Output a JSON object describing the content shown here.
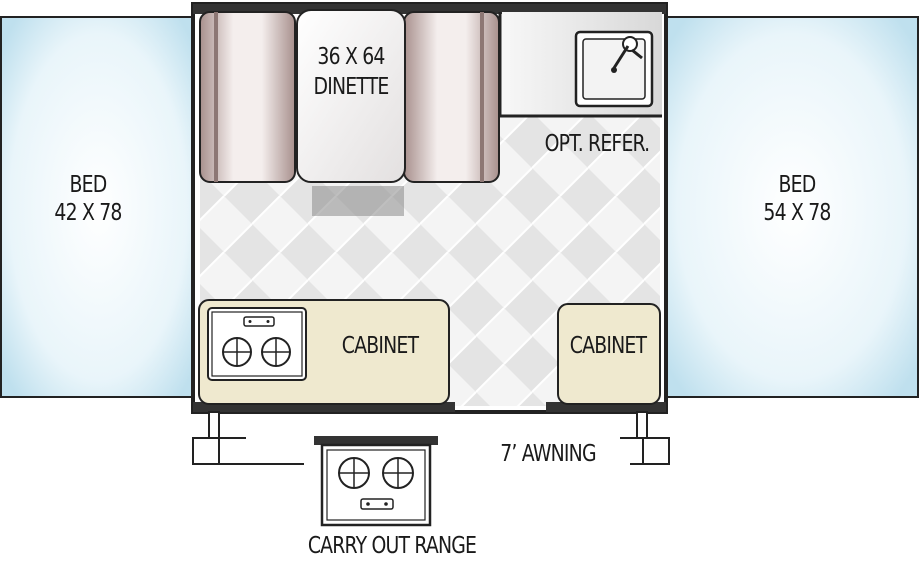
{
  "beds": {
    "left": {
      "name": "BED",
      "size": "42 X 78"
    },
    "right": {
      "name": "BED",
      "size": "54 X 78"
    }
  },
  "dinette": {
    "line1": "36 X 64",
    "line2": "DINETTE"
  },
  "refrigerator": {
    "label": "OPT. REFER."
  },
  "cabinets": {
    "left": "CABINET",
    "right": "CABINET"
  },
  "awning": {
    "label": "7’ AWNING"
  },
  "range": {
    "label": "CARRY OUT RANGE"
  },
  "colors": {
    "bed_fill": "#c9e6f2",
    "bed_glow": "#eef8fc",
    "outline": "#222222",
    "cabinet": "#efe9cf",
    "floor": "#f2f2f2",
    "cushion": "#c7b5b3"
  }
}
